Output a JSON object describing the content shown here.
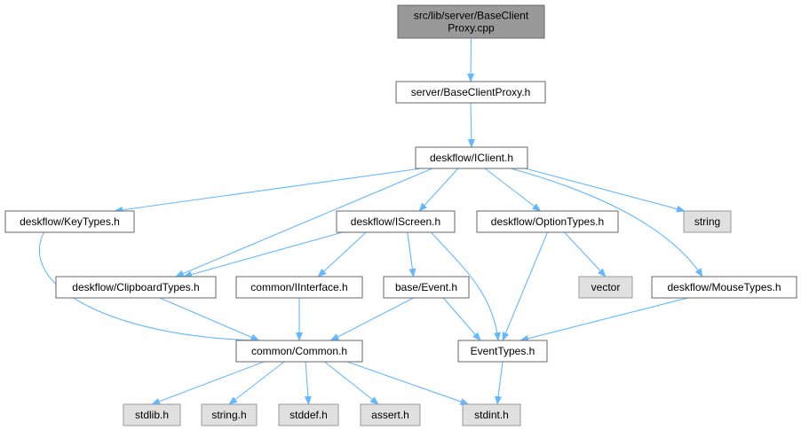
{
  "colors": {
    "edge": "#63b8ff",
    "root_fill": "#999999",
    "root_stroke": "#666666",
    "node_fill": "#ffffff",
    "node_stroke": "#666666",
    "system_fill": "#e0e0e0",
    "system_stroke": "#999999"
  },
  "nodes": [
    {
      "id": "root",
      "lines": [
        "src/lib/server/BaseClient",
        "Proxy.cpp"
      ],
      "kind": "root"
    },
    {
      "id": "baseclientproxy",
      "lines": [
        "server/BaseClientProxy.h"
      ],
      "kind": "header"
    },
    {
      "id": "iclient",
      "lines": [
        "deskflow/IClient.h"
      ],
      "kind": "header"
    },
    {
      "id": "keytypes",
      "lines": [
        "deskflow/KeyTypes.h"
      ],
      "kind": "header"
    },
    {
      "id": "iscreen",
      "lines": [
        "deskflow/IScreen.h"
      ],
      "kind": "header"
    },
    {
      "id": "optiontypes",
      "lines": [
        "deskflow/OptionTypes.h"
      ],
      "kind": "header"
    },
    {
      "id": "string",
      "lines": [
        "string"
      ],
      "kind": "system"
    },
    {
      "id": "clipboardtypes",
      "lines": [
        "deskflow/ClipboardTypes.h"
      ],
      "kind": "header"
    },
    {
      "id": "iinterface",
      "lines": [
        "common/IInterface.h"
      ],
      "kind": "header"
    },
    {
      "id": "event",
      "lines": [
        "base/Event.h"
      ],
      "kind": "header"
    },
    {
      "id": "vector",
      "lines": [
        "vector"
      ],
      "kind": "system"
    },
    {
      "id": "mousetypes",
      "lines": [
        "deskflow/MouseTypes.h"
      ],
      "kind": "header"
    },
    {
      "id": "common",
      "lines": [
        "common/Common.h"
      ],
      "kind": "header"
    },
    {
      "id": "eventtypes",
      "lines": [
        "EventTypes.h"
      ],
      "kind": "header"
    },
    {
      "id": "stdlib",
      "lines": [
        "stdlib.h"
      ],
      "kind": "system"
    },
    {
      "id": "stringh",
      "lines": [
        "string.h"
      ],
      "kind": "system"
    },
    {
      "id": "stddef",
      "lines": [
        "stddef.h"
      ],
      "kind": "system"
    },
    {
      "id": "assert",
      "lines": [
        "assert.h"
      ],
      "kind": "system"
    },
    {
      "id": "stdint",
      "lines": [
        "stdint.h"
      ],
      "kind": "system"
    }
  ],
  "edges": [
    {
      "from": "root",
      "to": "baseclientproxy"
    },
    {
      "from": "baseclientproxy",
      "to": "iclient"
    },
    {
      "from": "iclient",
      "to": "keytypes"
    },
    {
      "from": "iclient",
      "to": "clipboardtypes"
    },
    {
      "from": "iclient",
      "to": "iscreen"
    },
    {
      "from": "iclient",
      "to": "optiontypes"
    },
    {
      "from": "iclient",
      "to": "mousetypes"
    },
    {
      "from": "iclient",
      "to": "string"
    },
    {
      "from": "keytypes",
      "to": "common"
    },
    {
      "from": "iscreen",
      "to": "clipboardtypes"
    },
    {
      "from": "iscreen",
      "to": "iinterface"
    },
    {
      "from": "iscreen",
      "to": "event"
    },
    {
      "from": "iscreen",
      "to": "eventtypes"
    },
    {
      "from": "optiontypes",
      "to": "eventtypes"
    },
    {
      "from": "optiontypes",
      "to": "vector"
    },
    {
      "from": "clipboardtypes",
      "to": "common"
    },
    {
      "from": "iinterface",
      "to": "common"
    },
    {
      "from": "event",
      "to": "common"
    },
    {
      "from": "event",
      "to": "eventtypes"
    },
    {
      "from": "mousetypes",
      "to": "eventtypes"
    },
    {
      "from": "common",
      "to": "stdlib"
    },
    {
      "from": "common",
      "to": "stringh"
    },
    {
      "from": "common",
      "to": "stddef"
    },
    {
      "from": "common",
      "to": "assert"
    },
    {
      "from": "common",
      "to": "stdint"
    },
    {
      "from": "eventtypes",
      "to": "stdint"
    }
  ]
}
